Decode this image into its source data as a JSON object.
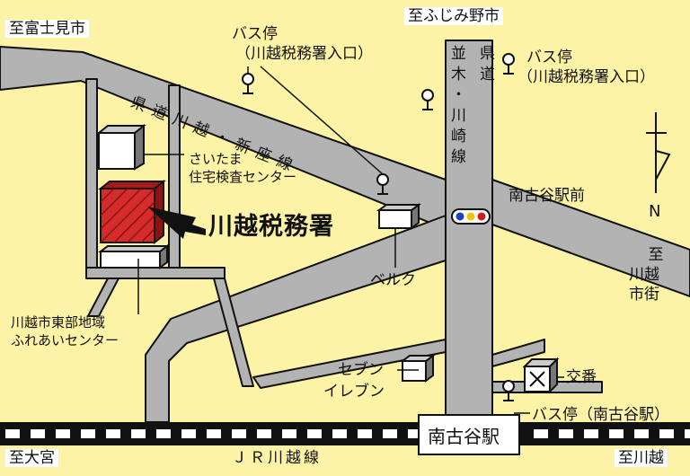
{
  "map": {
    "colors": {
      "background": "#fdf3a7",
      "road": "#b3b3b3",
      "road_outline": "#111111",
      "tax_office": "#d42b2b",
      "signal_blue": "#1f3fbf",
      "signal_yellow": "#f2c500",
      "signal_red": "#d01c1c"
    },
    "directions": {
      "fujimi": "至富士見市",
      "fujimino": "至ふじみ野市",
      "omiya": "至大宮",
      "kawagoe_station": "至川越",
      "kawagoe_city": [
        "至",
        "川越",
        "市街"
      ]
    },
    "roads": {
      "prefectural_kawagoe_shinza": "県道川越・新座線",
      "prefectural_namiki_kawasaki_col1": "県道",
      "prefectural_namiki_kawasaki_col2": "並木・川崎線"
    },
    "railway": {
      "name": "ＪＲ川越線"
    },
    "bus_stops": {
      "left_label_line1": "バス停",
      "left_label_line2": "（川越税務署入口）",
      "right_label_line1": "バス停",
      "right_label_line2": "（川越税務署入口）",
      "station": "バス停（南古谷駅）"
    },
    "landmarks": {
      "housing_center": [
        "さいたま",
        "住宅検査センター"
      ],
      "community_center": [
        "川越市東部地域",
        "ふれあいセンター"
      ],
      "tax_office": "川越税務署",
      "belc": "ベルク",
      "seven_eleven": [
        "セブン",
        "イレブン"
      ],
      "police_box": "交番",
      "station": "南古谷駅",
      "intersection": "南古谷駅前"
    },
    "north_label": "N",
    "icons": [
      "bus-stop-icon",
      "traffic-signal-icon",
      "police-box-icon",
      "north-arrow-icon"
    ]
  }
}
